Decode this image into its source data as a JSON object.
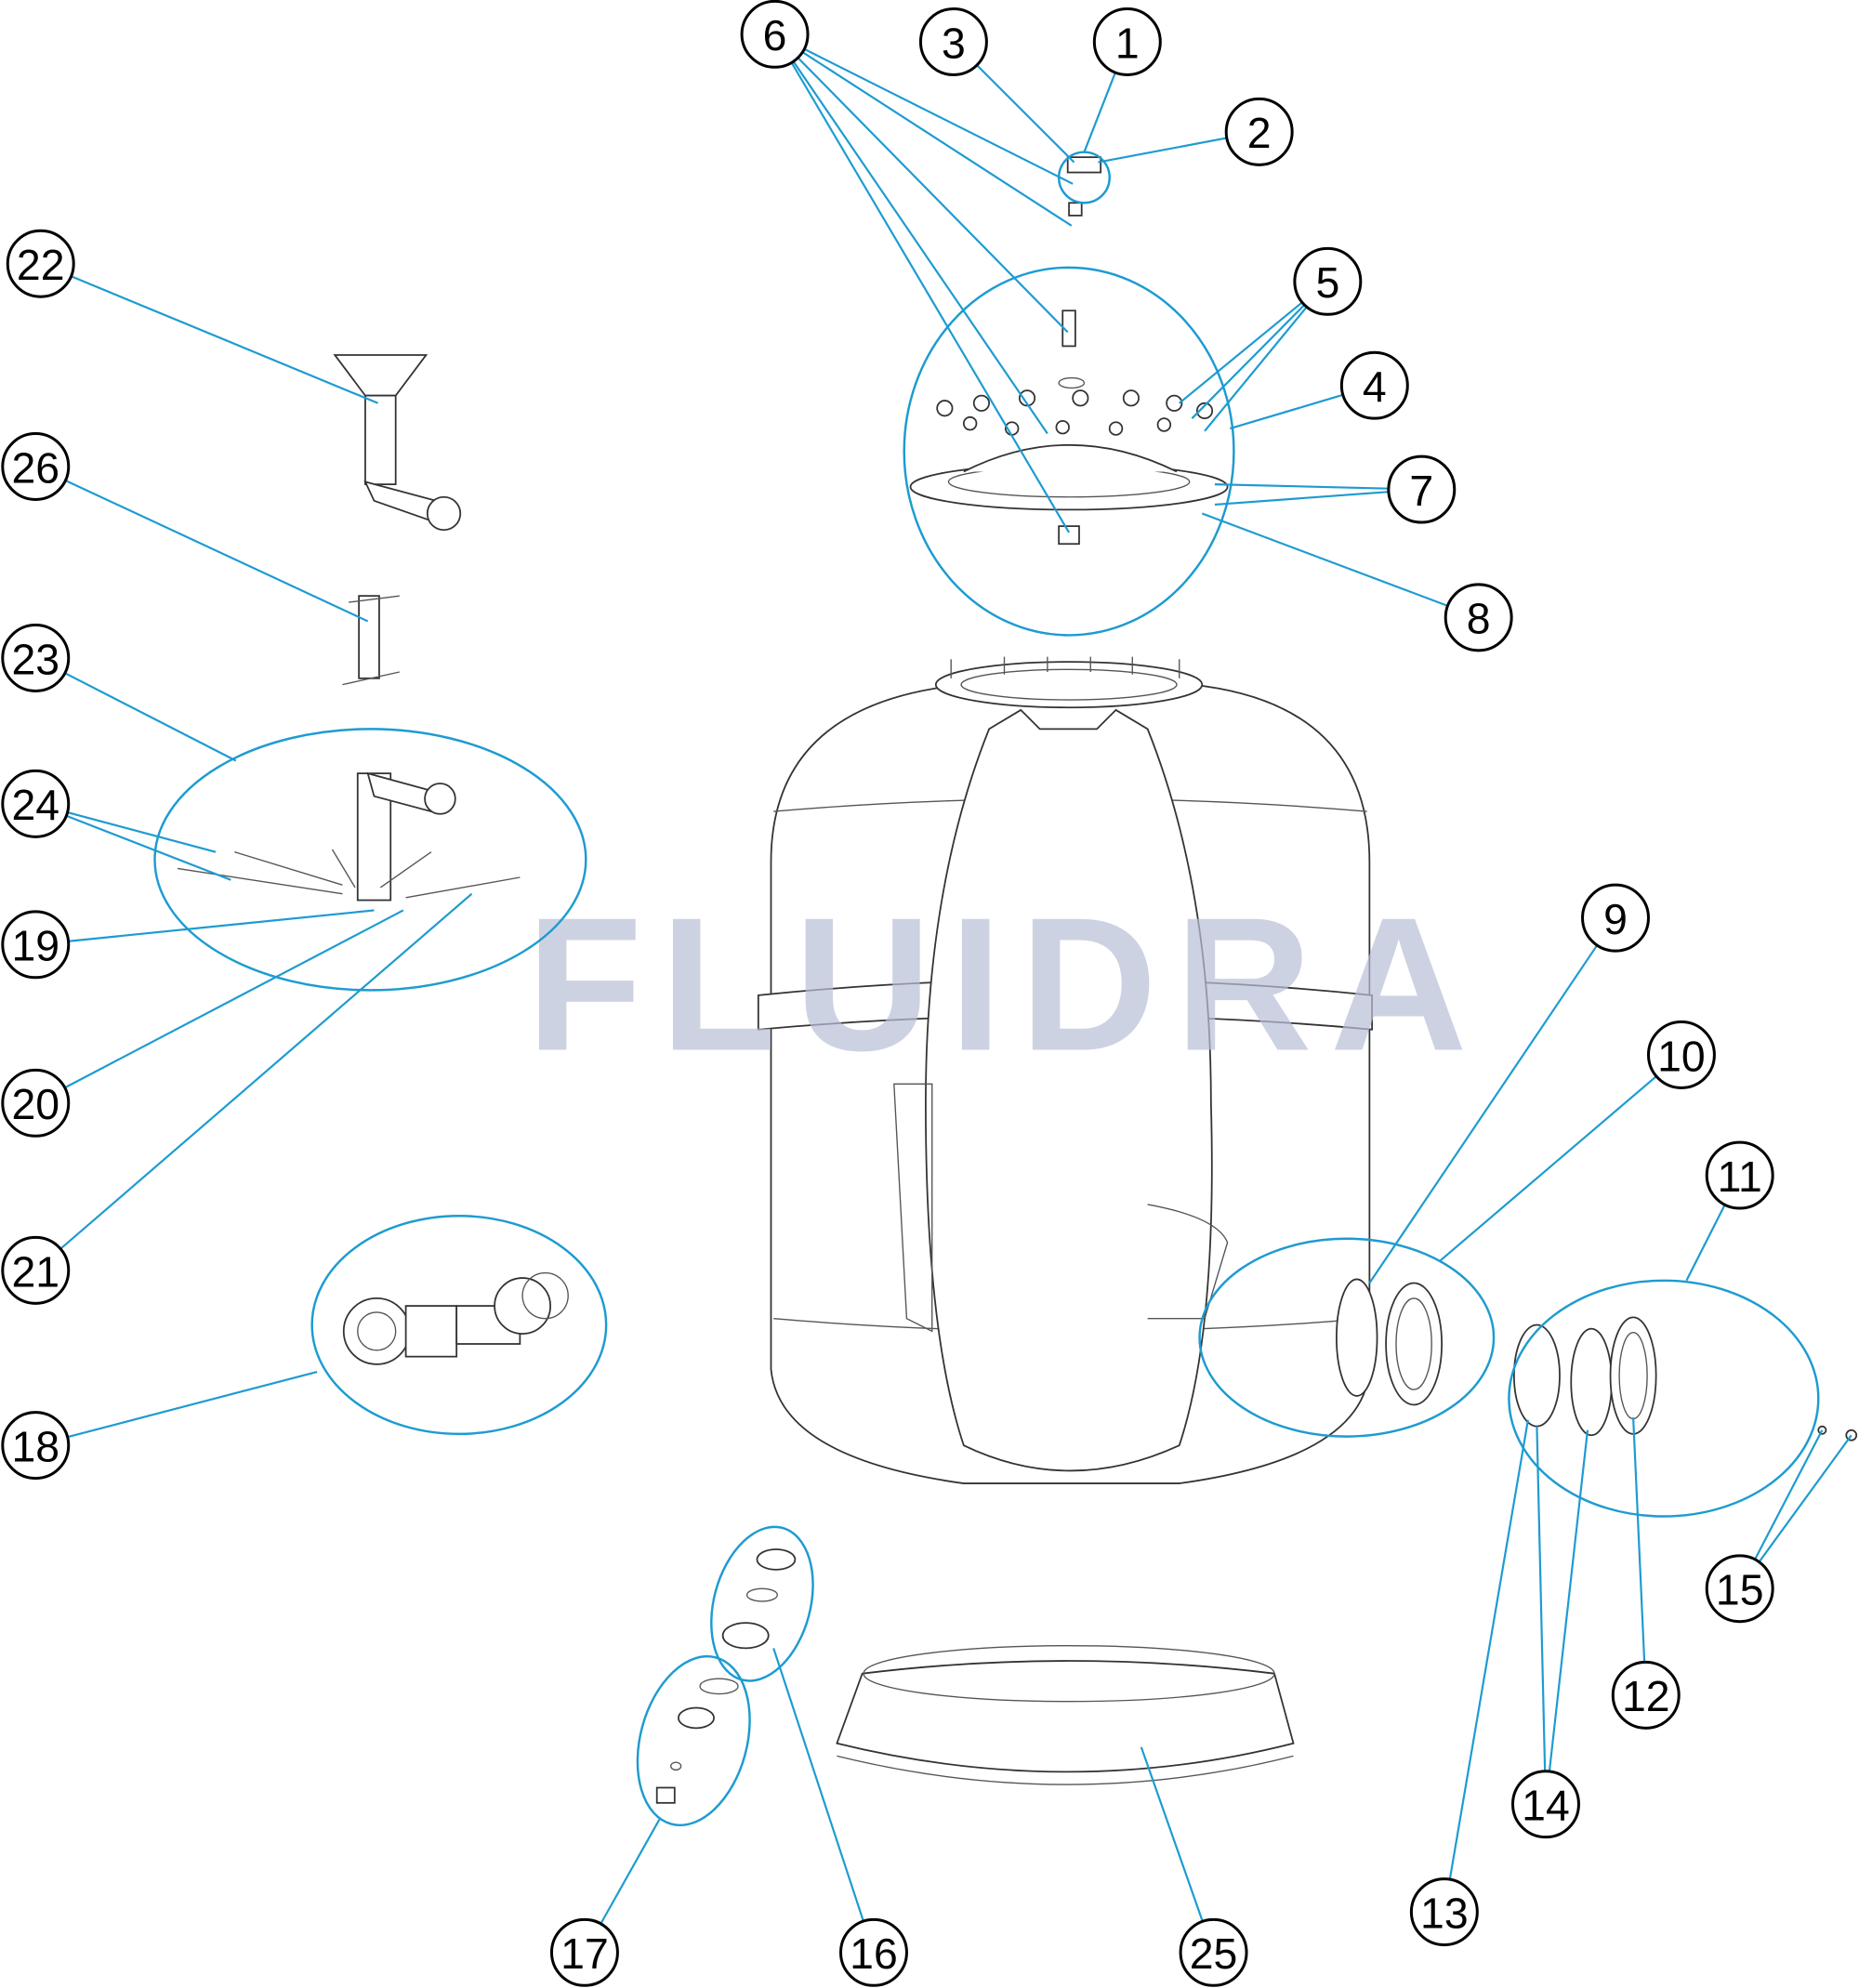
{
  "diagram": {
    "watermark": "FLUIDRA",
    "callouts": [
      "1",
      "2",
      "3",
      "4",
      "5",
      "6",
      "7",
      "8",
      "9",
      "10",
      "11",
      "12",
      "13",
      "14",
      "15",
      "16",
      "17",
      "18",
      "19",
      "20",
      "21",
      "22",
      "23",
      "24",
      "25",
      "26"
    ],
    "line_color": "#1d9bd1"
  }
}
